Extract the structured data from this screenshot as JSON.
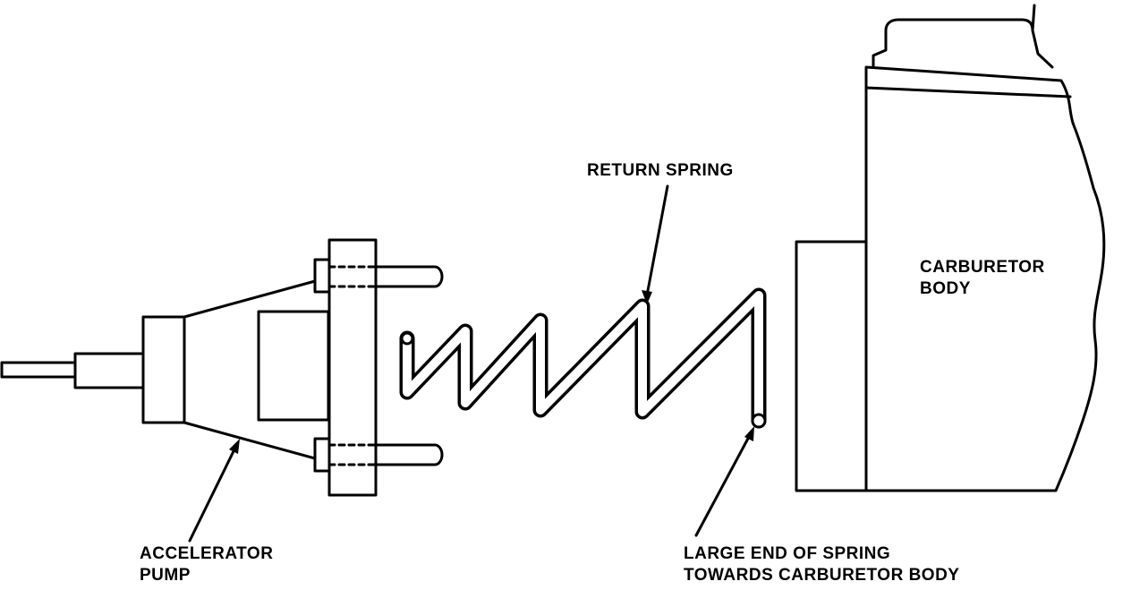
{
  "labels": {
    "return_spring": "RETURN SPRING",
    "carburetor_body_line1": "CARBURETOR",
    "carburetor_body_line2": "BODY",
    "accelerator_pump_line1": "ACCELERATOR",
    "accelerator_pump_line2": "PUMP",
    "large_end_line1": "LARGE END OF SPRING",
    "large_end_line2": "TOWARDS CARBURETOR BODY"
  }
}
